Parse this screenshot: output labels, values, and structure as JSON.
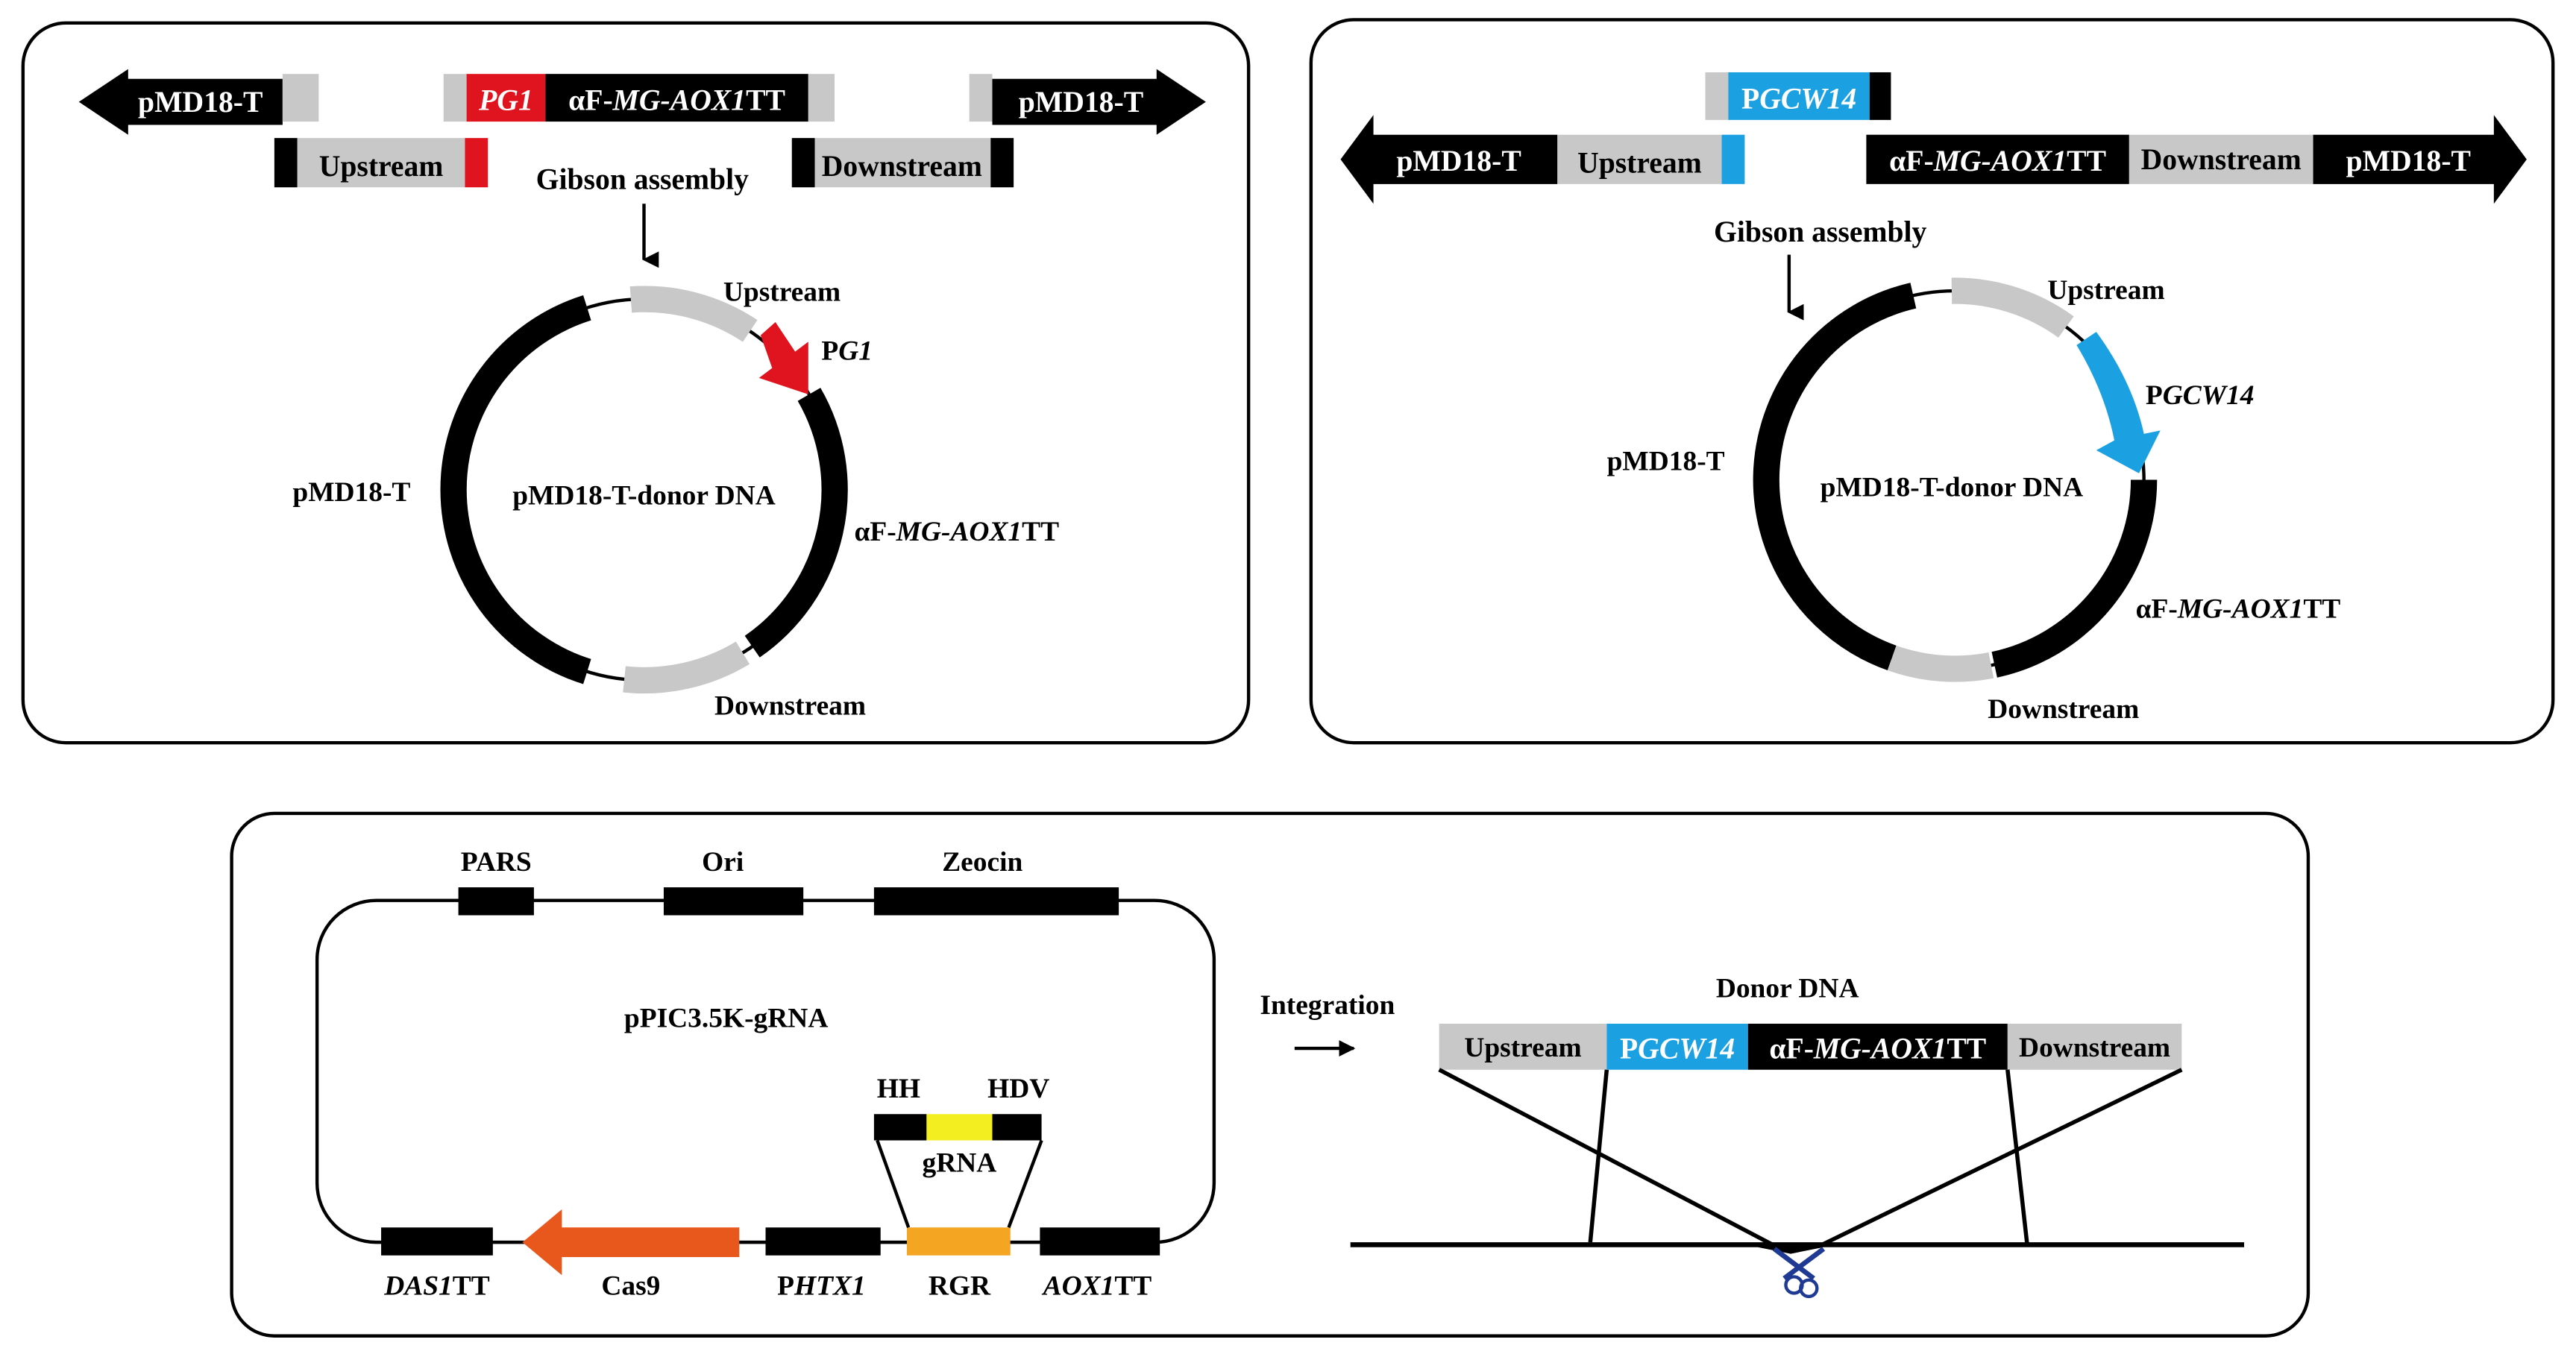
{
  "colors": {
    "black": "#000000",
    "grey": "#c8c8c8",
    "red": "#e0141e",
    "blue": "#1ba1e2",
    "orange": "#e8571b",
    "amber": "#f4a623",
    "yellow": "#f2ee1f"
  },
  "panel1": {
    "pmd_left": "pMD18-T",
    "pmd_right": "pMD18-T",
    "pg1_box": "PG1",
    "af_box_prefix": "αF-",
    "af_box_italic": "MG-AOX1",
    "af_box_suffix": "TT",
    "upstream": "Upstream",
    "downstream": "Downstream",
    "gibson": "Gibson assembly",
    "circle_upstream": "Upstream",
    "circle_pg1_p": "P",
    "circle_pg1_i": "G1",
    "circle_pmd": "pMD18-T",
    "circle_center": "pMD18-T-donor DNA",
    "circle_af_prefix": "αF-",
    "circle_af_italic": "MG-AOX1",
    "circle_af_suffix": "TT",
    "circle_downstream": "Downstream"
  },
  "panel2": {
    "pgcw_box_p": "P",
    "pgcw_box_i": "GCW14",
    "pmd_left": "pMD18-T",
    "upstream": "Upstream",
    "af_prefix": "αF-",
    "af_italic": "MG-AOX1",
    "af_suffix": "TT",
    "downstream": "Downstream",
    "pmd_right": "pMD18-T",
    "gibson": "Gibson assembly",
    "circle_upstream": "Upstream",
    "circle_pgcw_p": "P",
    "circle_pgcw_i": "GCW14",
    "circle_pmd": "pMD18-T",
    "circle_center": "pMD18-T-donor DNA",
    "circle_af_prefix": "αF-",
    "circle_af_italic": "MG-AOX1",
    "circle_af_suffix": "TT",
    "circle_downstream": "Downstream"
  },
  "panel3": {
    "pars": "PARS",
    "ori": "Ori",
    "zeocin": "Zeocin",
    "plasmid": "pPIC3.5K-gRNA",
    "hh": "HH",
    "hdv": "HDV",
    "grna": "gRNA",
    "das1_i": "DAS1",
    "das1_s": "TT",
    "cas9": "Cas9",
    "phtx1_p": "P",
    "phtx1_i": "HTX1",
    "rgr": "RGR",
    "aox1_i": "AOX1",
    "aox1_s": "TT",
    "integration": "Integration",
    "donor_dna": "Donor DNA",
    "donor_upstream": "Upstream",
    "donor_pgcw_p": "P",
    "donor_pgcw_i": "GCW14",
    "donor_af_prefix": "αF-",
    "donor_af_italic": "MG-AOX1",
    "donor_af_suffix": "TT",
    "donor_downstream": "Downstream"
  }
}
